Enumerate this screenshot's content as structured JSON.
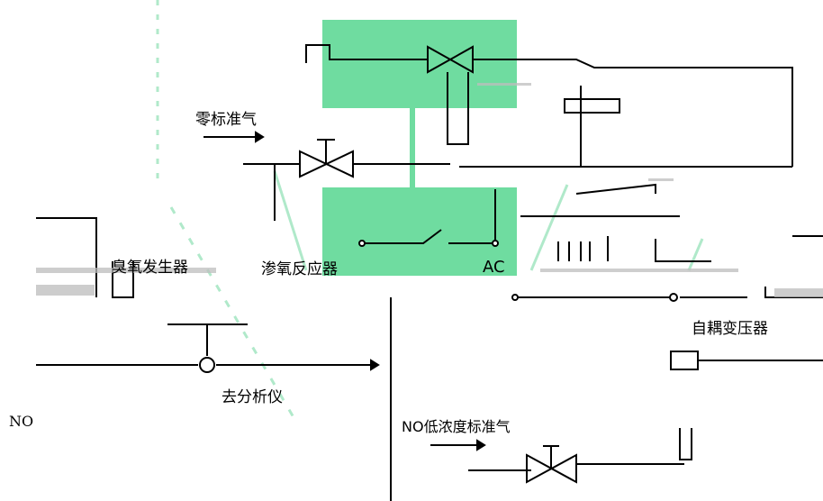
{
  "labels": {
    "zero_gas": "零标准气",
    "ozone_gen": "臭氧发生器",
    "reactor": "渗氧反应器",
    "ac": "AC",
    "autotransformer": "自耦变压器",
    "to_analyzer": "去分析仪",
    "no_std": "NO低浓度标准气",
    "no": "NO"
  },
  "colors": {
    "green_fill": "#6fdca0",
    "line": "#000000",
    "watermark": "#7fd9a8"
  }
}
